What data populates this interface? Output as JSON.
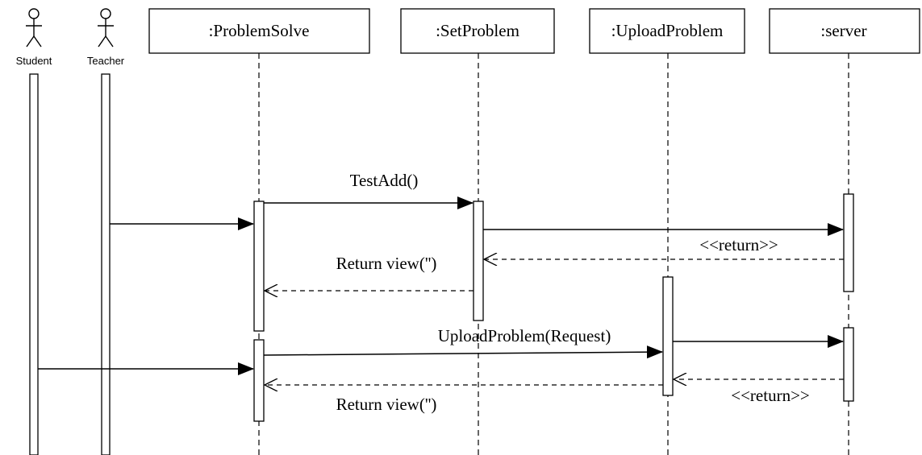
{
  "actors": [
    {
      "id": "student",
      "label": "Student"
    },
    {
      "id": "teacher",
      "label": "Teacher"
    }
  ],
  "objects": [
    {
      "id": "problemsolve",
      "label": ":ProblemSolve"
    },
    {
      "id": "setproblem",
      "label": ":SetProblem"
    },
    {
      "id": "uploadproblem",
      "label": ":UploadProblem"
    },
    {
      "id": "server",
      "label": ":server"
    }
  ],
  "messages": [
    {
      "id": "teacher-to-problemsolve",
      "from": "Teacher",
      "to": ":ProblemSolve",
      "label": "",
      "kind": "sync"
    },
    {
      "id": "testadd",
      "from": ":ProblemSolve",
      "to": ":SetProblem",
      "label": "TestAdd()",
      "kind": "sync"
    },
    {
      "id": "setproblem-to-server",
      "from": ":SetProblem",
      "to": ":server",
      "label": "",
      "kind": "sync"
    },
    {
      "id": "server-return-1",
      "from": ":server",
      "to": ":SetProblem",
      "label": "<<return>>",
      "kind": "return"
    },
    {
      "id": "return-view-1",
      "from": ":SetProblem",
      "to": ":ProblemSolve",
      "label": "Return view('')",
      "kind": "return"
    },
    {
      "id": "upload-request",
      "from": ":ProblemSolve",
      "to": ":UploadProblem",
      "label": "UploadProblem(Request)",
      "kind": "sync"
    },
    {
      "id": "upload-to-server",
      "from": ":UploadProblem",
      "to": ":server",
      "label": "",
      "kind": "sync"
    },
    {
      "id": "student-to-problemsolve",
      "from": "Student",
      "to": ":ProblemSolve",
      "label": "",
      "kind": "sync"
    },
    {
      "id": "server-return-2",
      "from": ":server",
      "to": ":UploadProblem",
      "label": "<<return>>",
      "kind": "return"
    },
    {
      "id": "return-view-2",
      "from": ":UploadProblem",
      "to": ":ProblemSolve",
      "label": "Return view('')",
      "kind": "return"
    }
  ]
}
